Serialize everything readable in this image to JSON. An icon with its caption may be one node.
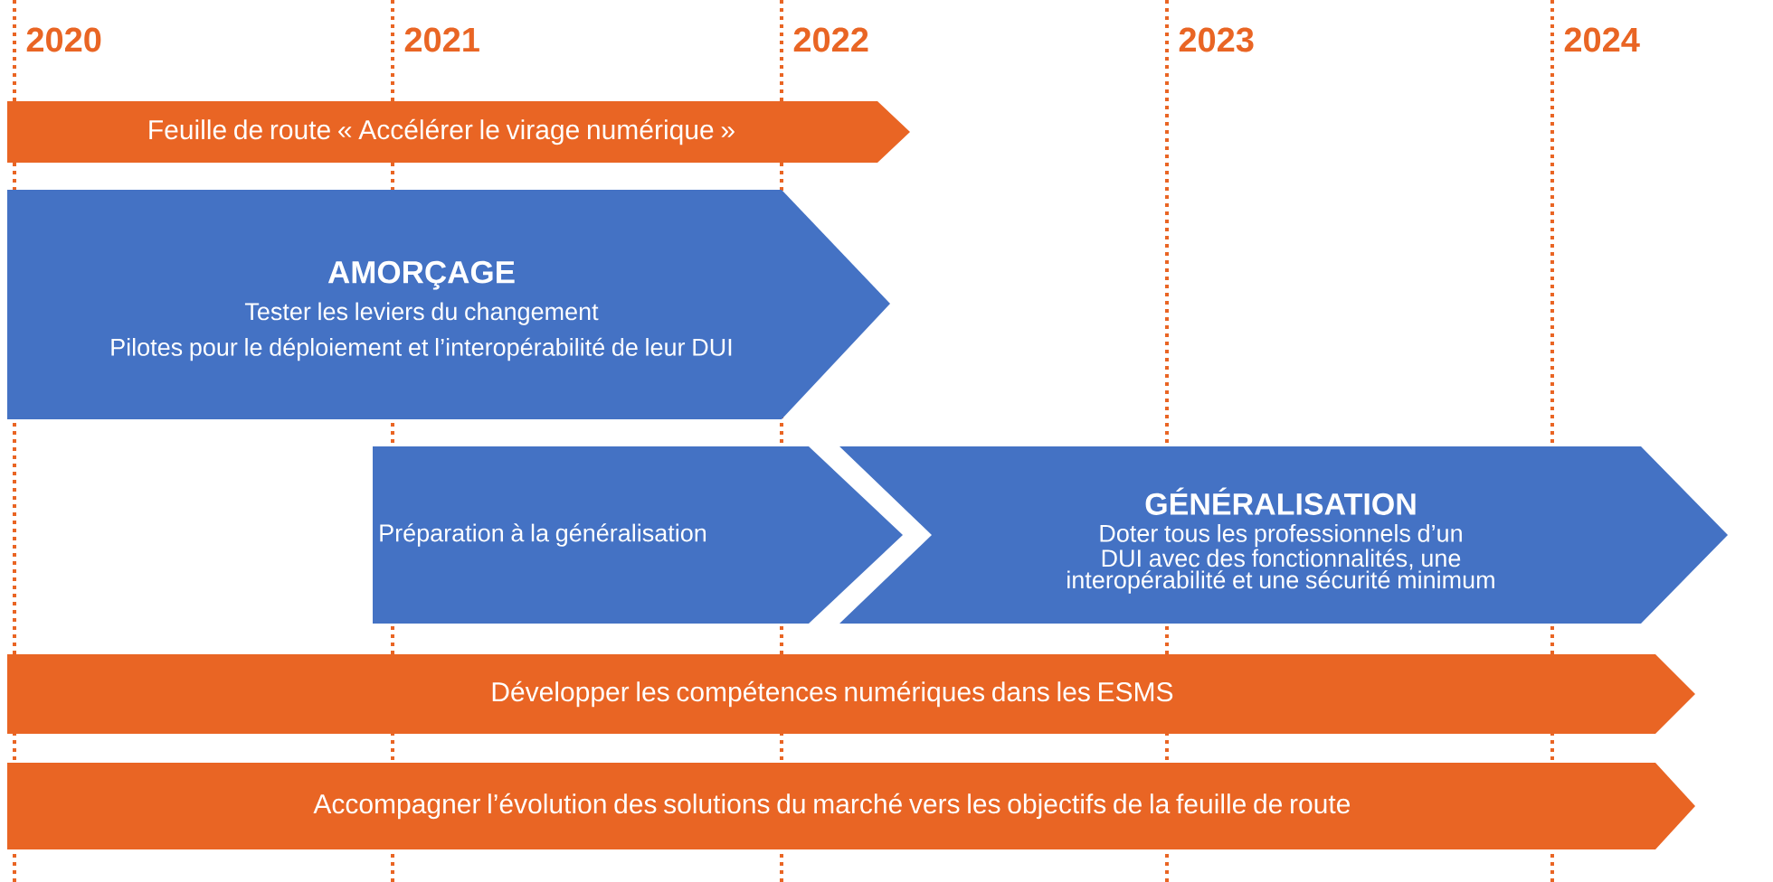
{
  "diagram": {
    "nodes": [
      {
        "text": [
          "Feuille de route « Accélérer le virage numérique »"
        ]
      },
      {
        "text": [
          "AMORÇAGE",
          "Tester les leviers du changement",
          "Pilotes pour le déploiement et l’interopérabilité de leur DUI"
        ]
      },
      {
        "text": [
          "Préparation à la généralisation"
        ]
      },
      {
        "text": [
          "GÉNÉRALISATION",
          "Doter tous les professionnels d’un DUI avec des fonctionnalités, une interopérabilité et une sécurité minimum"
        ]
      },
      {
        "text": [
          "Développer les compétences numériques dans les ESMS"
        ]
      },
      {
        "text": [
          "Accompagner l’évolution des solutions du marché vers les objectifs de la feuille de route"
        ]
      }
    ],
    "labels": [
      "2020",
      "2021",
      "2022",
      "2023",
      "2024"
    ]
  }
}
